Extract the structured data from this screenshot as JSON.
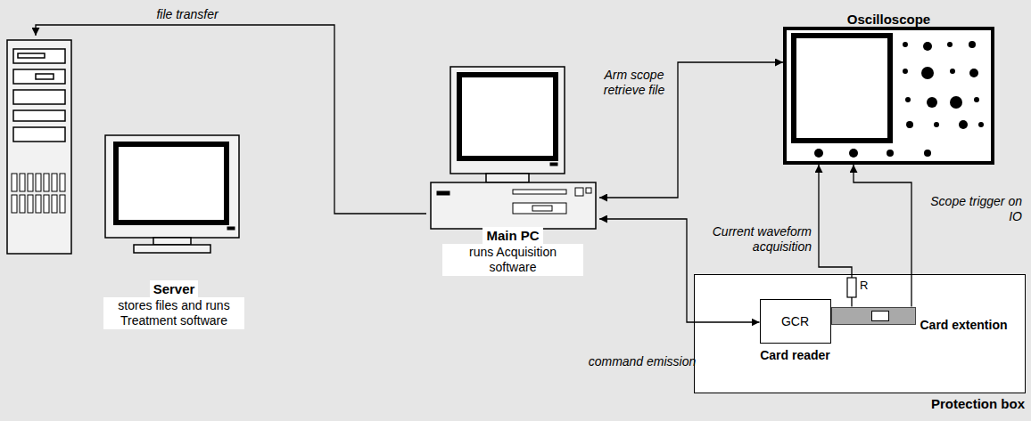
{
  "diagram": {
    "nodes": [
      {
        "text": [
          "Server",
          "stores files and runs Treatment software"
        ]
      },
      {
        "text": [
          "Main PC",
          "runs Acquisition software"
        ]
      },
      {
        "text": [
          "Oscilloscope"
        ]
      },
      {
        "text": [
          "Protection box"
        ]
      },
      {
        "text": [
          "GCR",
          "Card reader"
        ],
        "in": 3
      },
      {
        "text": [
          "Card extention"
        ],
        "in": 3
      }
    ],
    "edges": [
      {
        "from": 1,
        "to": 0,
        "label": "file transfer",
        "arrow": "to"
      },
      {
        "from": 1,
        "to": 2,
        "label": "Arm scope retrieve file",
        "arrow": "both"
      },
      {
        "from": 1,
        "to": 4,
        "label": "command emission",
        "arrow": "both"
      },
      {
        "from": 5,
        "to": 2,
        "label": "Current waveform acquisition",
        "arrow": "to"
      },
      {
        "from": 5,
        "to": 2,
        "label": "Scope trigger on IO",
        "arrow": "to"
      }
    ],
    "labels": [
      "R"
    ]
  }
}
